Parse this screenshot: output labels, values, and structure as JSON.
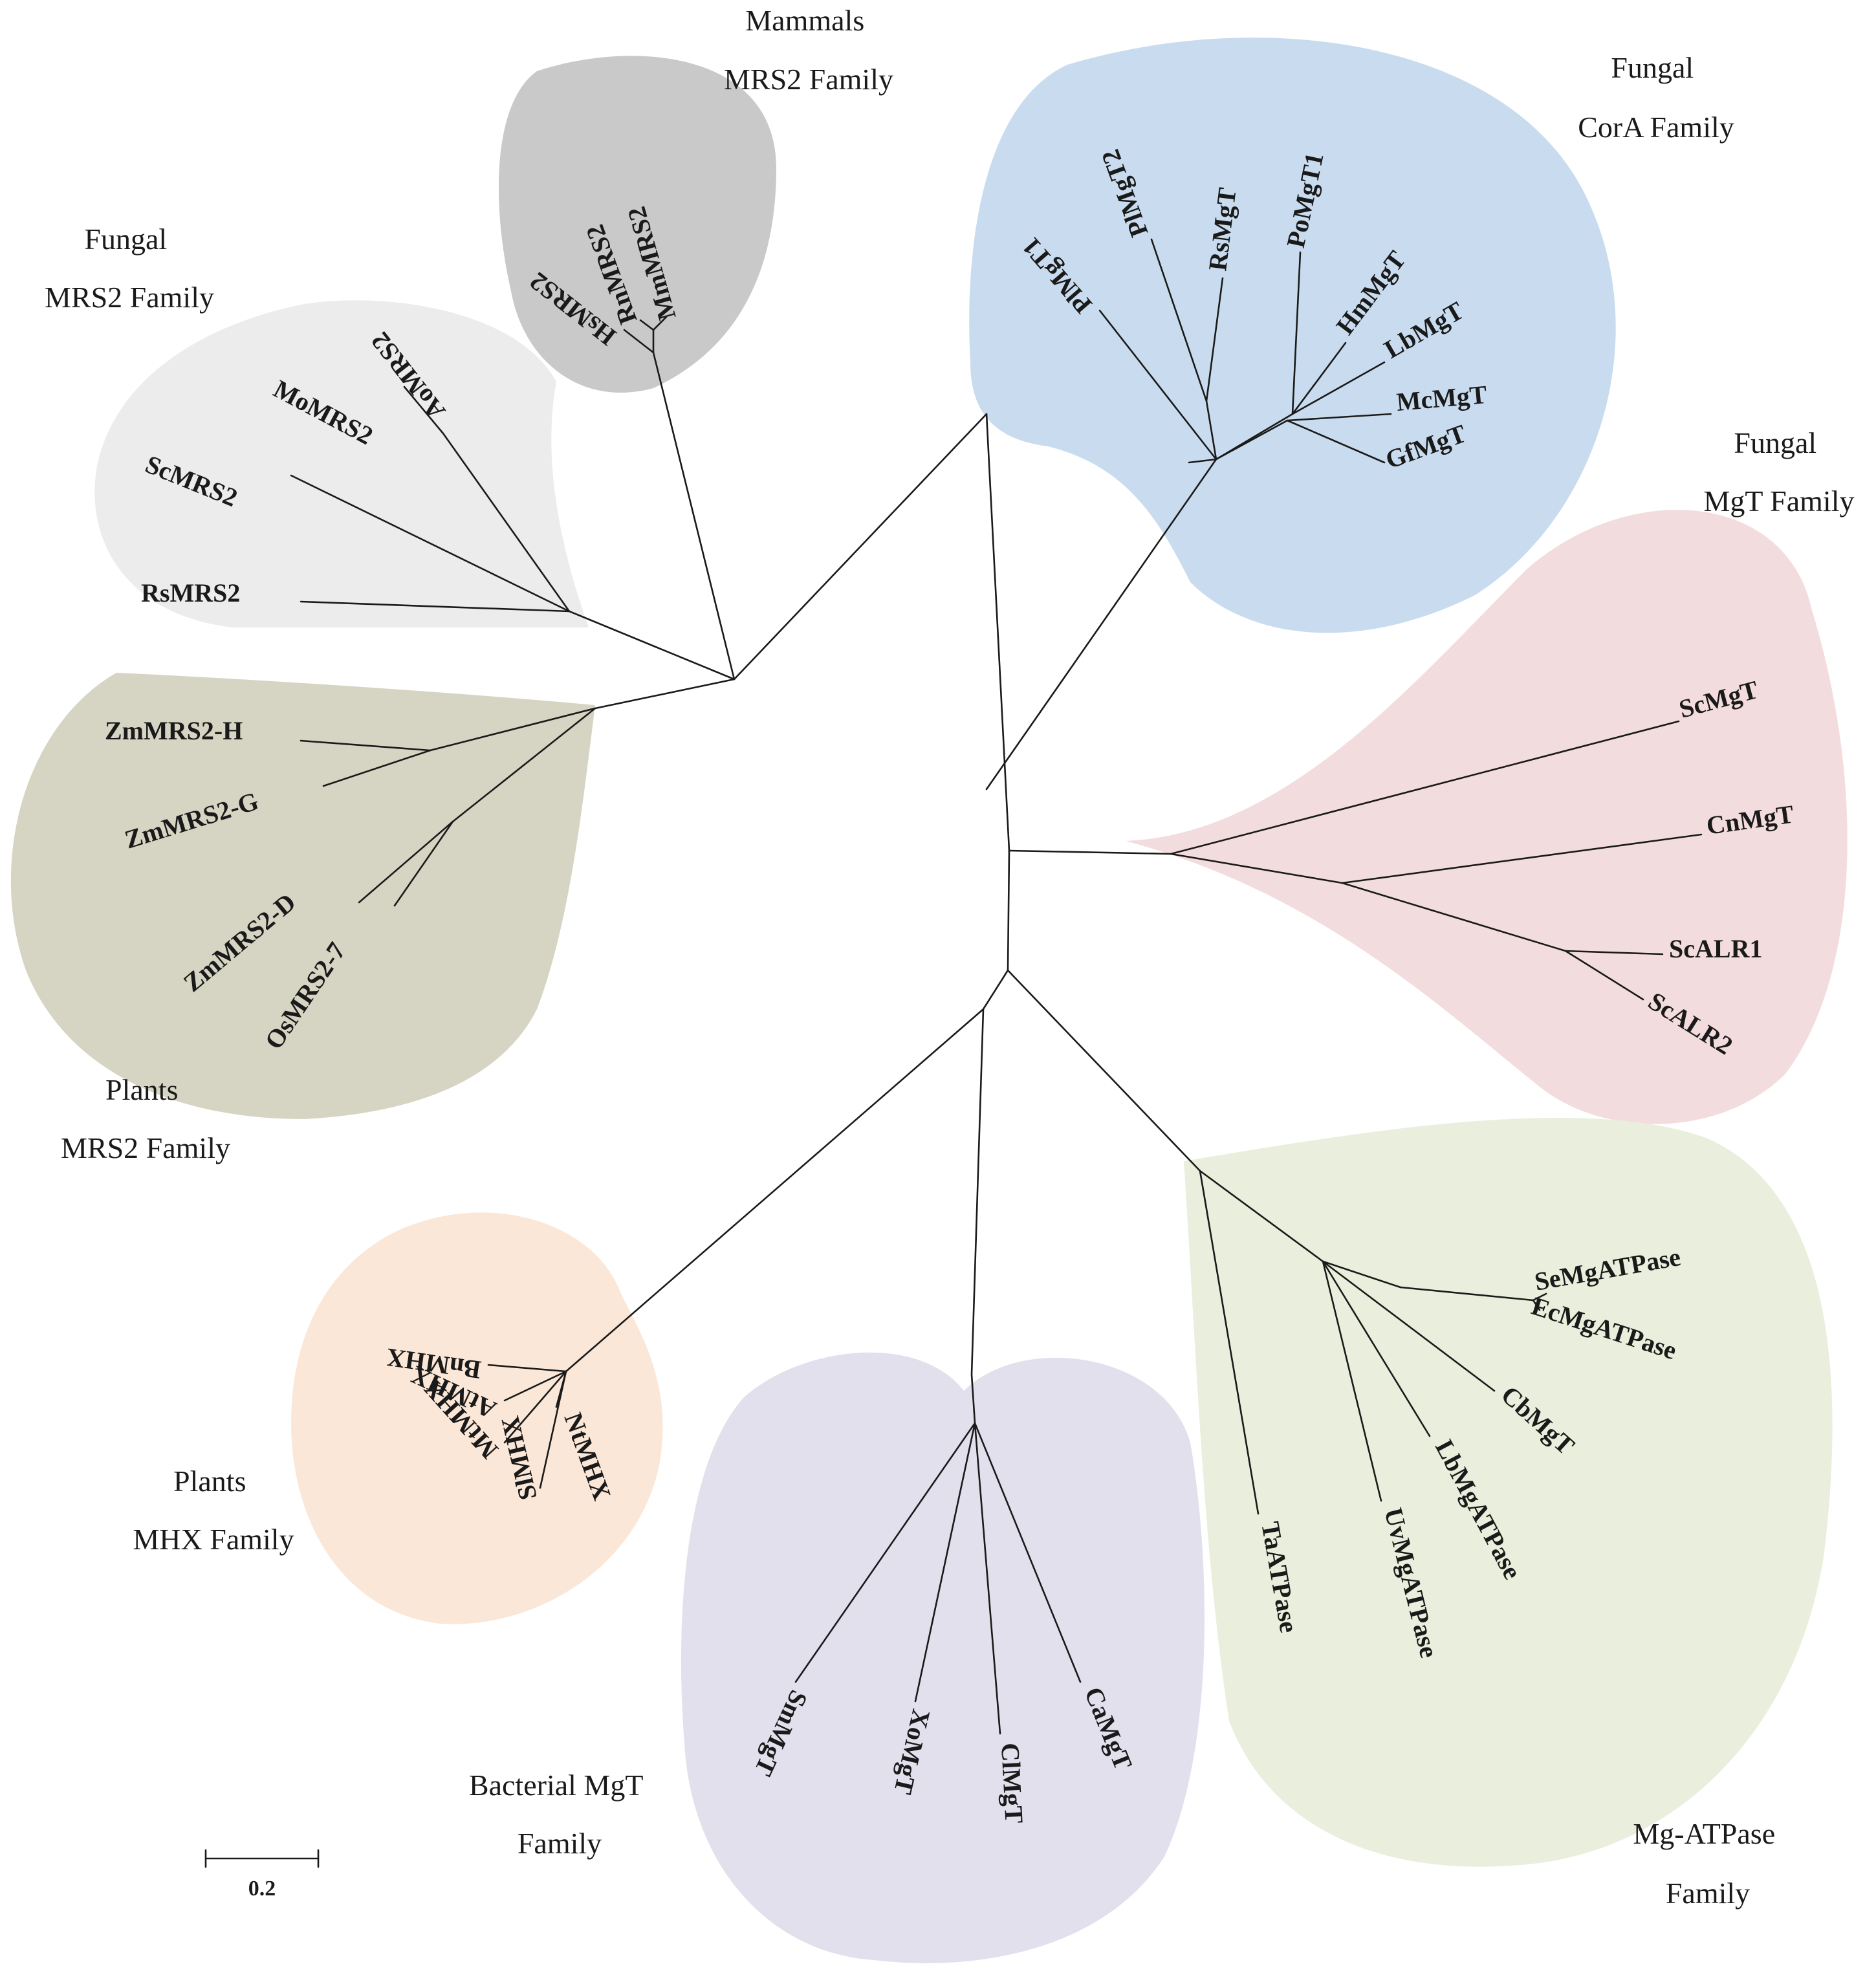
{
  "clades": [
    {
      "id": "mammals-mrs2",
      "label_lines": [
        "Mammals",
        "MRS2 Family"
      ],
      "color": "#c9c9c9",
      "leaves": [
        "MmMRS2",
        "RnMRS2",
        "HsMRS2"
      ]
    },
    {
      "id": "fungal-cora",
      "label_lines": [
        "Fungal",
        "CorA Family"
      ],
      "color": "#c9dcef",
      "leaves": [
        "PlMgT1",
        "PlMgT2",
        "RsMgT",
        "PoMgT1",
        "HmMgT",
        "LbMgT",
        "McMgT",
        "GfMgT"
      ]
    },
    {
      "id": "fungal-mgt",
      "label_lines": [
        "Fungal",
        "MgT Family"
      ],
      "color": "#f3dcdd",
      "leaves": [
        "ScMgT",
        "CnMgT",
        "ScALR1",
        "ScALR2"
      ]
    },
    {
      "id": "mg-atpase",
      "label_lines": [
        "Mg-ATPase",
        "Family"
      ],
      "color": "#e9efdc",
      "leaves": [
        "SeMgATPase",
        "EcMgATPase",
        "CbMgT",
        "LbMgATPase",
        "UvMgATPase",
        "TaATPase"
      ]
    },
    {
      "id": "bacterial-mgt",
      "label_lines": [
        "Bacterial MgT",
        "Family"
      ],
      "color": "#e3e0ee",
      "leaves": [
        "CaMgT",
        "ClMgT",
        "XoMgT",
        "SmMgT"
      ]
    },
    {
      "id": "plants-mhx",
      "label_lines": [
        "Plants",
        "MHX Family"
      ],
      "color": "#fbe7d7",
      "leaves": [
        "BnMHX",
        "AtMHX",
        "MtMHX",
        "SlMHX",
        "NtMHX"
      ]
    },
    {
      "id": "plants-mrs2",
      "label_lines": [
        "Plants",
        "MRS2 Family"
      ],
      "color": "#d6d5c3",
      "leaves": [
        "ZmMRS2-H",
        "ZmMRS2-G",
        "ZmMRS2-D",
        "OsMRS2-7"
      ]
    },
    {
      "id": "fungal-mrs2",
      "label_lines": [
        "Fungal",
        "MRS2 Family"
      ],
      "color": "#ececec",
      "leaves": [
        "AoMRS2",
        "MoMRS2",
        "ScMRS2",
        "RsMRS2"
      ]
    }
  ],
  "scale_bar": {
    "label": "0.2"
  }
}
